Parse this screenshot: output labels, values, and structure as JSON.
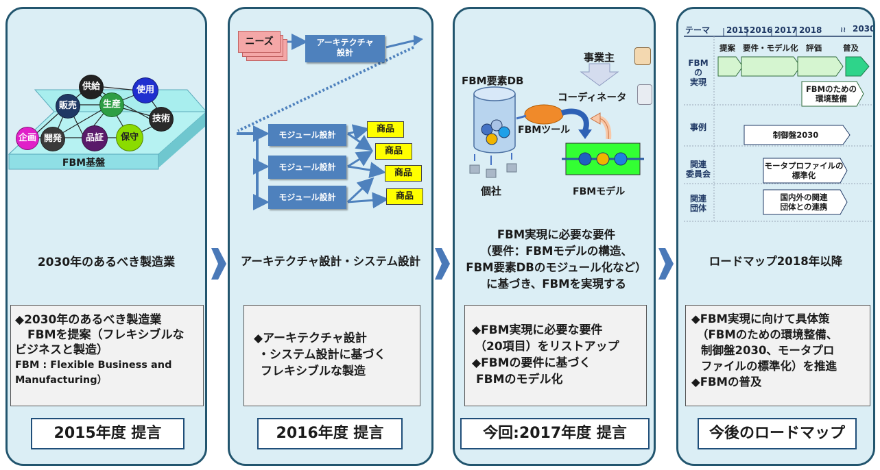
{
  "panel1": {
    "bubbles": {
      "supply": "供給",
      "use": "使用",
      "sales": "販売",
      "production": "生産",
      "technology": "技術",
      "planning": "企画",
      "development": "開発",
      "verification": "品証",
      "maintenance": "保守"
    },
    "platform_label": "FBM基盤",
    "title": "2030年のあるべき製造業",
    "desc_line1": "◆2030年のあるべき製造業",
    "desc_line2": "FBMを提案（フレキシブルな",
    "desc_line3": "ビジネスと製造）",
    "desc_line4": "FBM : Flexible Business and",
    "desc_line5": "Manufacturing）",
    "year": "2015年度 提言"
  },
  "panel2": {
    "needs": "ニーズ",
    "arch_line1": "アーキテクチャ",
    "arch_line2": "設計",
    "module": "モジュール設計",
    "product": "商品",
    "title": "アーキテクチャ設計・システム設計",
    "desc_line1": "◆アーキテクチャ設計",
    "desc_line2": "・システム設計に基づく",
    "desc_line3": "フレキシブルな製造",
    "year": "2016年度 提言"
  },
  "panel3": {
    "db_label": "FBM要素DB",
    "owner": "事業主",
    "coordinator": "コーディネータ",
    "tool": "FBMツール",
    "company": "個社",
    "model": "FBMモデル",
    "title_line1": "FBM実現に必要な要件",
    "title_line2": "（要件：FBMモデルの構造、",
    "title_line3": "FBM要素DBのモジュール化など）",
    "title_line4": "に基づき、FBMを実現する",
    "desc_line1": "◆FBM実現に必要な要件",
    "desc_line2": "（20項目）をリストアップ",
    "desc_line3": "◆FBMの要件に基づく",
    "desc_line4": "FBMのモデル化",
    "year": "今回:2017年度 提言"
  },
  "panel4": {
    "theme": "テーマ",
    "years": [
      "2015",
      "2016",
      "2017",
      "2018",
      "2030"
    ],
    "break_mark": "≀≀",
    "row1_label": "FBM\nの\n実現",
    "row2_label": "事例",
    "row3_label": "関連\n委員会",
    "row4_label": "関連\n団体",
    "phase_proposal": "提案",
    "phase_requirements": "要件・モデル化",
    "phase_evaluation": "評価",
    "phase_spread": "普及",
    "env_box": "FBMのための\n環境整備",
    "case_box": "制御盤2030",
    "committee_box": "モータプロファイルの\n標準化",
    "org_box": "国内外の関連\n団体との連携",
    "title": "ロードマップ2018年以降",
    "desc_line1": "◆FBM実現に向けて具体策",
    "desc_line2": "（FBMのための環境整備、",
    "desc_line3": "制御盤2030、モータプロ",
    "desc_line4": "ファイルの標準化）を推進",
    "desc_line5": "◆FBMの普及",
    "year": "今後のロードマップ"
  },
  "colors": {
    "panel_bg": "#dbeef5",
    "panel_border": "#22556e",
    "module_blue": "#4e81bd",
    "product_yellow": "#ffff00",
    "phase_green": "#d5f5d0"
  }
}
